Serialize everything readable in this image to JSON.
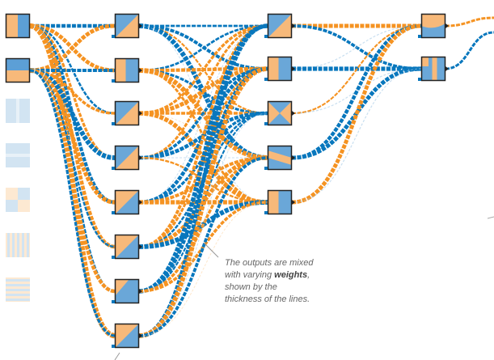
{
  "colors": {
    "orange": "#f59322",
    "blue": "#0877bd",
    "light_orange": "#fbd3a3",
    "light_blue": "#9cc4e4",
    "faint_orange": "#fde9d2",
    "faint_blue": "#d2e4f2"
  },
  "annotation": {
    "pre": "The outputs are mixed with varying ",
    "bold": "weights",
    "post": ", shown by the thickness of the lines."
  },
  "layers": [
    {
      "name": "inputs",
      "count": 7,
      "active": [
        true,
        true,
        false,
        false,
        false,
        false,
        false
      ]
    },
    {
      "name": "hidden-1",
      "count": 8
    },
    {
      "name": "hidden-2",
      "count": 5
    },
    {
      "name": "hidden-3",
      "count": 2
    }
  ]
}
